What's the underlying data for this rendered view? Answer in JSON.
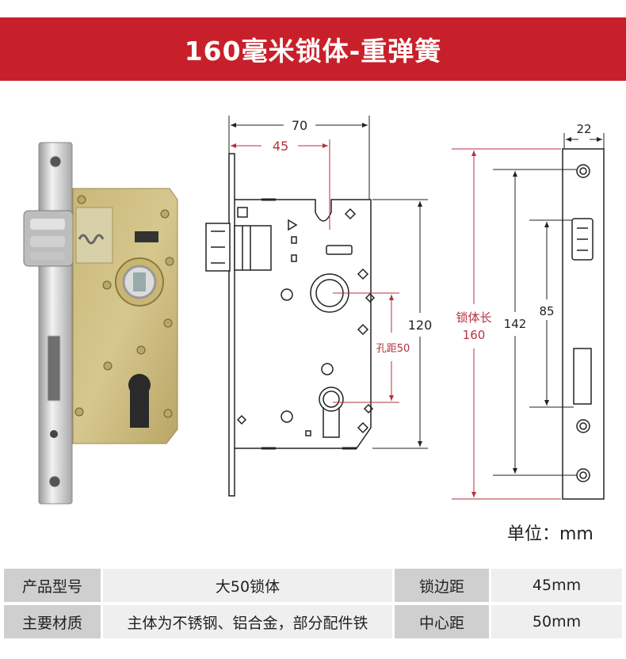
{
  "header": {
    "title": "160毫米锁体-重弹簧"
  },
  "dimensions": {
    "width_total": "70",
    "backset": "45",
    "faceplate_width": "22",
    "body_height": "120",
    "hole_distance_label": "孔距50",
    "body_length_label_line1": "锁体长",
    "body_length_label_line2": "160",
    "screw_distance": "142",
    "latch_distance": "85"
  },
  "unit_label": "单位：mm",
  "specs": {
    "rows": [
      {
        "label1": "产品型号",
        "value1": "大50锁体",
        "label2": "锁边距",
        "value2": "45mm"
      },
      {
        "label1": "主要材质",
        "value1": "主体为不锈钢、铝合金，部分配件铁",
        "label2": "中心距",
        "value2": "50mm"
      }
    ]
  },
  "colors": {
    "banner": "#c8202b",
    "dimension_red": "#b5323c",
    "line_black": "#222222",
    "table_label_bg": "#cfcfcf",
    "table_value_bg": "#efefef"
  }
}
